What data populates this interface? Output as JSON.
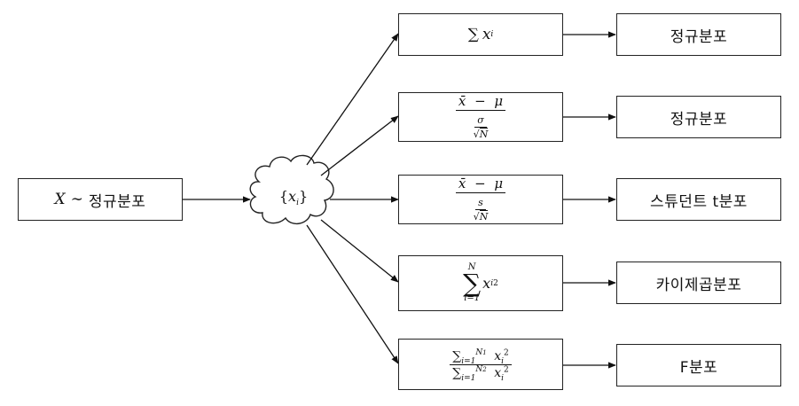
{
  "source": {
    "var": "X",
    "tilde": "∼",
    "dist": "정규분포"
  },
  "sample": {
    "lbrace": "{",
    "var": "x",
    "sub": "i",
    "rbrace": "}"
  },
  "stats": {
    "sum": {
      "sigma": "∑",
      "var": "x",
      "sub": "i"
    },
    "z": {
      "xbar": "x̄",
      "minus": "−",
      "mu": "μ",
      "sigma": "σ",
      "sqrt": "√",
      "n": "N"
    },
    "t": {
      "xbar": "x̄",
      "minus": "−",
      "mu": "μ",
      "s": "s",
      "sqrt": "√",
      "n": "N"
    },
    "chisq": {
      "sigma": "∑",
      "upper": "N",
      "lower": "i=1",
      "var": "x",
      "sub": "i",
      "sup": "2"
    },
    "f": {
      "num": {
        "sigma": "∑",
        "upper": "N",
        "upper_sub": "1",
        "lower": "i=1",
        "var": "x",
        "sub": "i",
        "sup": "2"
      },
      "den": {
        "sigma": "∑",
        "upper": "N",
        "upper_sub": "2",
        "lower": "i=1",
        "var": "x",
        "sub": "i",
        "sup": "2"
      }
    }
  },
  "results": [
    "정규분포",
    "정규분포",
    "스튜던트 t분포",
    "카이제곱분포",
    "F분포"
  ]
}
